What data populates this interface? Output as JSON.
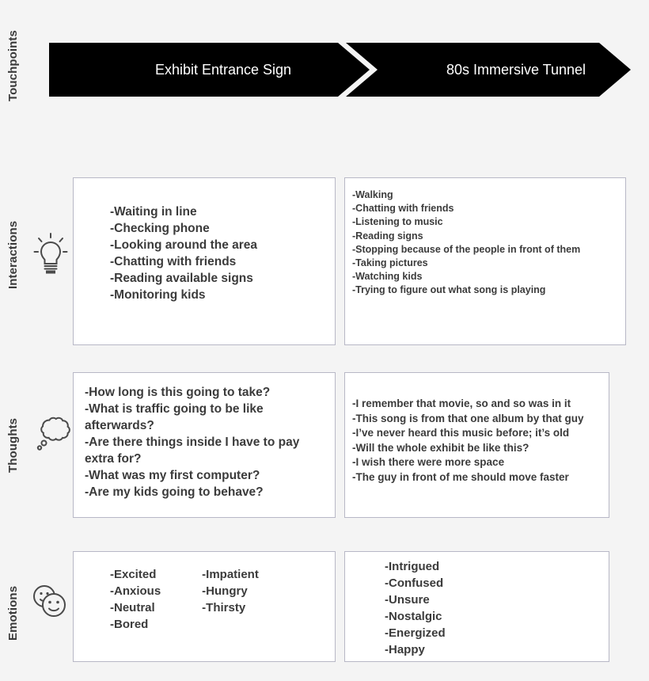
{
  "rows": [
    {
      "label": "Touchpoints",
      "icon": null
    },
    {
      "label": "Interactions",
      "icon": "lightbulb-icon"
    },
    {
      "label": "Thoughts",
      "icon": "thought-bubble-icon"
    },
    {
      "label": "Emotions",
      "icon": "smiley-faces-icon"
    }
  ],
  "touchpoints": {
    "stages": [
      "Exhibit Entrance Sign",
      "80s Immersive Tunnel"
    ],
    "banner_color": "#000000",
    "banner_text_color": "#ffffff"
  },
  "interactions": {
    "stage_1": [
      "-Waiting in line",
      "-Checking phone",
      "-Looking around the area",
      "-Chatting with friends",
      "-Reading available signs",
      "-Monitoring kids"
    ],
    "stage_2": [
      "-Walking",
      "-Chatting with friends",
      "-Listening to music",
      "-Reading signs",
      "-Stopping because of the people in front of them",
      "-Taking pictures",
      "-Watching kids",
      "-Trying to figure out what song is playing"
    ]
  },
  "thoughts": {
    "stage_1": [
      "-How long is this going to take?",
      "-What is traffic going to be like afterwards?",
      "-Are there things inside I have to pay extra for?",
      "-What was my first computer?",
      "-Are my kids going to behave?"
    ],
    "stage_2": [
      "-I remember that movie, so and so was in it",
      "-This song is from that one album by that guy",
      "-I’ve never heard this music before; it’s old",
      "-Will the whole exhibit be like this?",
      "-I wish there were more space",
      "-The guy in front of me should move faster"
    ]
  },
  "emotions": {
    "stage_1_column_1": [
      "-Excited",
      "-Anxious",
      "-Neutral",
      "-Bored"
    ],
    "stage_1_column_2": [
      "-Impatient",
      "-Hungry",
      "-Thirsty"
    ],
    "stage_2": [
      "-Intrigued",
      "-Confused",
      "-Unsure",
      "-Nostalgic",
      "-Energized",
      "-Happy"
    ]
  },
  "theme": {
    "background": "#f4f4f4",
    "card_background": "#ffffff",
    "card_border": "#b8b8c6",
    "text": "#3b3b3b",
    "icon": "#4a4a4a"
  }
}
